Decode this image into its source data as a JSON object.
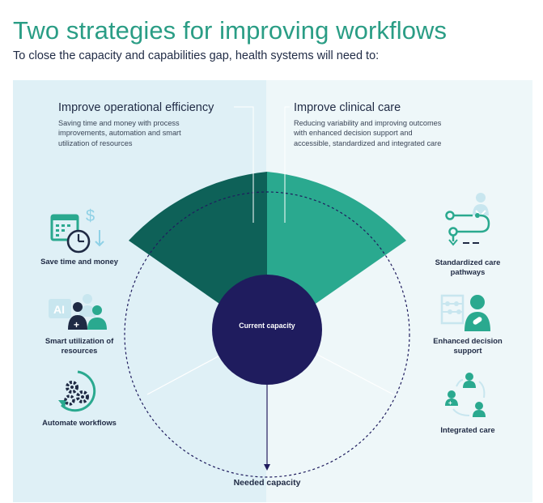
{
  "header": {
    "title": "Two strategies for improving workflows",
    "subtitle": "To close the capacity and capabilities gap, health systems will need to:"
  },
  "colors": {
    "title": "#2a9d85",
    "dark_teal": "#0e6158",
    "light_teal": "#2aa98f",
    "navy": "#1f1c5e",
    "panel_left": "#dff0f6",
    "panel_right": "#eef7f9"
  },
  "left_strategy": {
    "heading": "Improve operational efficiency",
    "description": "Saving time and money with process improvements, automation and smart utilization of resources",
    "items": [
      {
        "label": "Save time and money",
        "icon": "calendar-clock-dollar-icon"
      },
      {
        "label": "Smart utilization of resources",
        "icon": "ai-clinicians-icon"
      },
      {
        "label": "Automate workflows",
        "icon": "gears-cycle-icon"
      }
    ]
  },
  "right_strategy": {
    "heading": "Improve clinical care",
    "description": "Reducing variability and improving outcomes with enhanced decision support and accessible, standardized and integrated care",
    "items": [
      {
        "label": "Standardized care pathways",
        "icon": "care-pathway-icon"
      },
      {
        "label": "Enhanced decision support",
        "icon": "clinician-abacus-icon"
      },
      {
        "label": "Integrated care",
        "icon": "care-team-cycle-icon"
      }
    ]
  },
  "center": {
    "current_label": "Current capacity",
    "needed_label": "Needed capacity"
  }
}
